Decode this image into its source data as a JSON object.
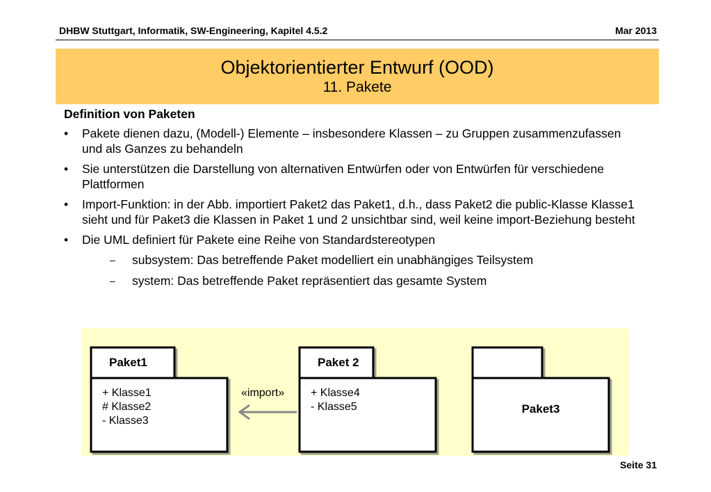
{
  "header": {
    "left": "DHBW Stuttgart, Informatik, SW-Engineering, Kapitel 4.5.2",
    "right": "Mar 2013"
  },
  "title": {
    "main": "Objektorientierter Entwurf (OOD)",
    "sub": "11. Pakete"
  },
  "content": {
    "heading": "Definition von Paketen",
    "bullet_mark": "•",
    "sub_mark": "–",
    "bullets": [
      "Pakete dienen dazu, (Modell-) Elemente – insbesondere Klassen – zu Gruppen zusammenzufassen und als Ganzes zu behandeln",
      "Sie unterstützen die Darstellung von alternativen Entwürfen oder von Entwürfen für verschiedene Plattformen",
      "Import-Funktion: in der Abb. importiert Paket2 das Paket1, d.h., dass Paket2 die public-Klasse Klasse1 sieht und für Paket3 die Klassen in Paket 1 und 2 unsichtbar sind, weil keine import-Beziehung besteht",
      "Die UML definiert für Pakete eine Reihe von Standardstereotypen"
    ],
    "sub_bullets": [
      "subsystem: Das betreffende Paket modelliert ein unabhängiges Teilsystem",
      "system: Das betreffende Paket repräsentiert das gesamte System"
    ]
  },
  "diagram": {
    "paket1": {
      "name": "Paket1",
      "items": [
        "+ Klasse1",
        "# Klasse2",
        "-  Klasse3"
      ]
    },
    "import_label": "«import»",
    "paket2": {
      "name": "Paket 2",
      "items": [
        "+ Klasse4",
        "-  Klasse5"
      ]
    },
    "paket3": {
      "name": "Paket3"
    },
    "colors": {
      "background": "#ffffcc",
      "package_fill": "#ffffff",
      "outline": "#000000",
      "arrow": "#888888"
    }
  },
  "footer": {
    "page": "Seite 31"
  }
}
